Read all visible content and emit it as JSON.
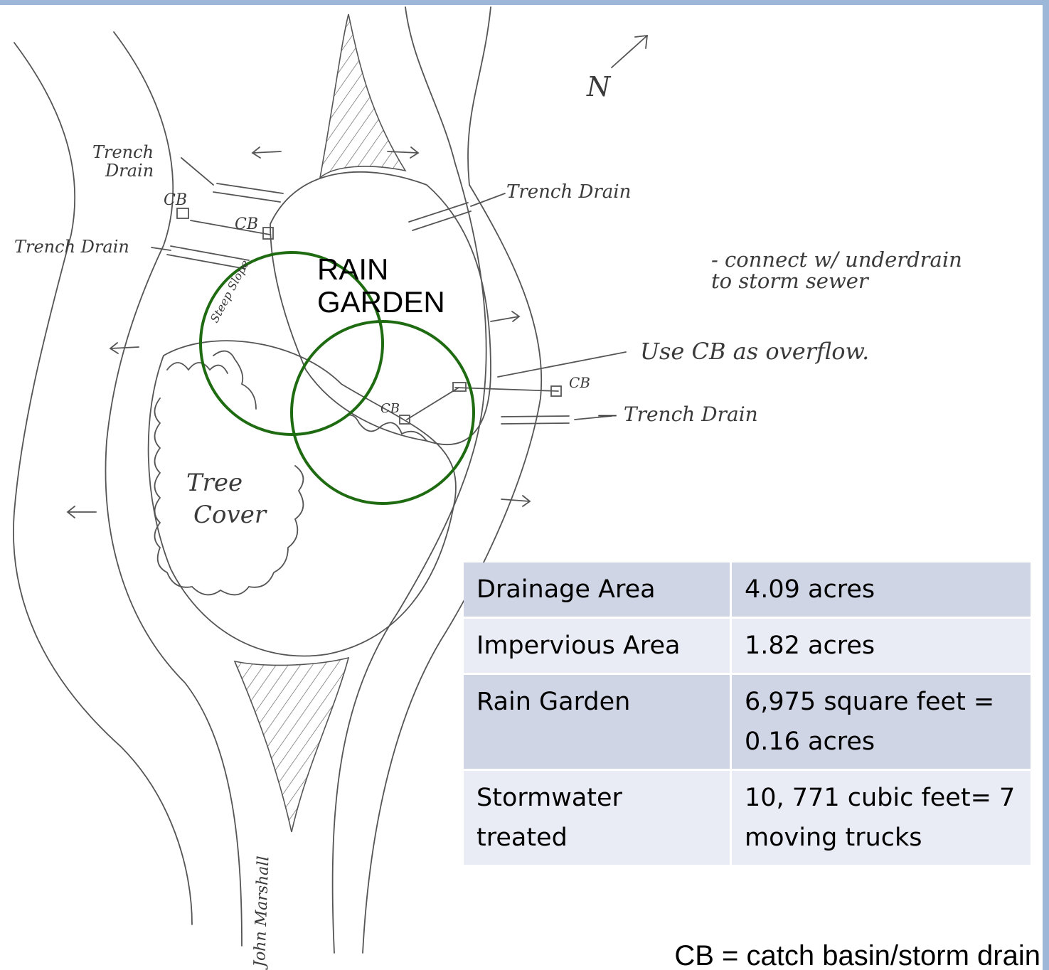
{
  "sketch": {
    "north": "N",
    "trench_drain_1": [
      "Trench",
      "Drain"
    ],
    "cb_1": "CB",
    "cb_2": "CB",
    "trench_drain_left": "Trench Drain",
    "trench_drain_top_right": "Trench Drain",
    "steep_slope": "Steep Slope",
    "note_underdrain_1": "- connect w/ underdrain",
    "note_underdrain_2": "to storm sewer",
    "note_overflow": "Use CB as overflow.",
    "cb_3": "CB",
    "cb_4": "CB",
    "trench_drain_right": "— Trench Drain",
    "tree_cover": [
      "Tree",
      "Cover"
    ],
    "street_name": "John Marshall"
  },
  "rain_garden_label": [
    "RAIN",
    "GARDEN"
  ],
  "colors": {
    "circle": "#1f6b12",
    "frame": "#9cb7d8",
    "row_dark": "#cfd5e5",
    "row_light": "#e9ecf4"
  },
  "table": {
    "rows": [
      {
        "label": "Drainage Area",
        "value": "4.09 acres"
      },
      {
        "label": "Impervious Area",
        "value": "1.82 acres"
      },
      {
        "label": "Rain Garden",
        "value": "6,975 square feet = 0.16 acres"
      },
      {
        "label": "Stormwater treated",
        "value": "10, 771 cubic feet= 7 moving trucks"
      }
    ]
  },
  "legend": "CB = catch basin/storm drain"
}
